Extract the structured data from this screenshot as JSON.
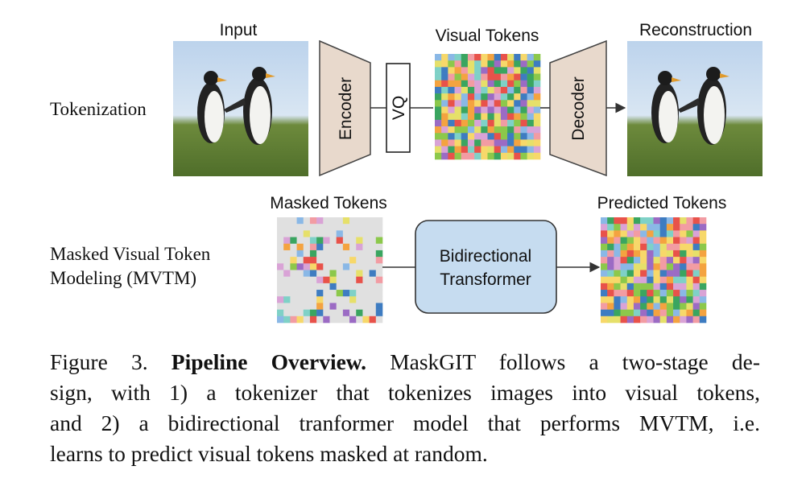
{
  "figure": {
    "row_labels": {
      "tokenization": "Tokenization",
      "mvtm_line1": "Masked Visual Token",
      "mvtm_line2": "Modeling (MVTM)"
    },
    "headers": {
      "input": "Input",
      "visual_tokens": "Visual Tokens",
      "reconstruction": "Reconstruction",
      "masked_tokens": "Masked Tokens",
      "predicted_tokens": "Predicted Tokens"
    },
    "blocks": {
      "encoder": "Encoder",
      "vq": "VQ",
      "decoder": "Decoder",
      "transformer_line1": "Bidirectional",
      "transformer_line2": "Transformer"
    },
    "colors": {
      "encoder_fill": "#e8d9cc",
      "transformer_fill": "#c6dcf0",
      "mask_gray": "#e0e0e0",
      "token_palette": [
        "#e8524a",
        "#f4a340",
        "#f7d86a",
        "#8cc84b",
        "#3aa560",
        "#3e7cc1",
        "#8ab8e6",
        "#9b6bc4",
        "#d9a3d6",
        "#f29ca3",
        "#7fd1c7",
        "#e6e06a"
      ]
    },
    "icons": [
      "penguin-photo-input",
      "penguin-photo-reconstruction"
    ]
  },
  "caption": {
    "figure_label": "Figure 3.",
    "title": "Pipeline Overview.",
    "line1_rest": "MaskGIT follows a two-stage de-",
    "line2": "sign, with 1) a tokenizer that tokenizes images into visual tokens,",
    "line3": "and 2) a bidirectional tranformer model that performs MVTM, i.e.",
    "line4": "learns to predict visual tokens masked at random."
  }
}
